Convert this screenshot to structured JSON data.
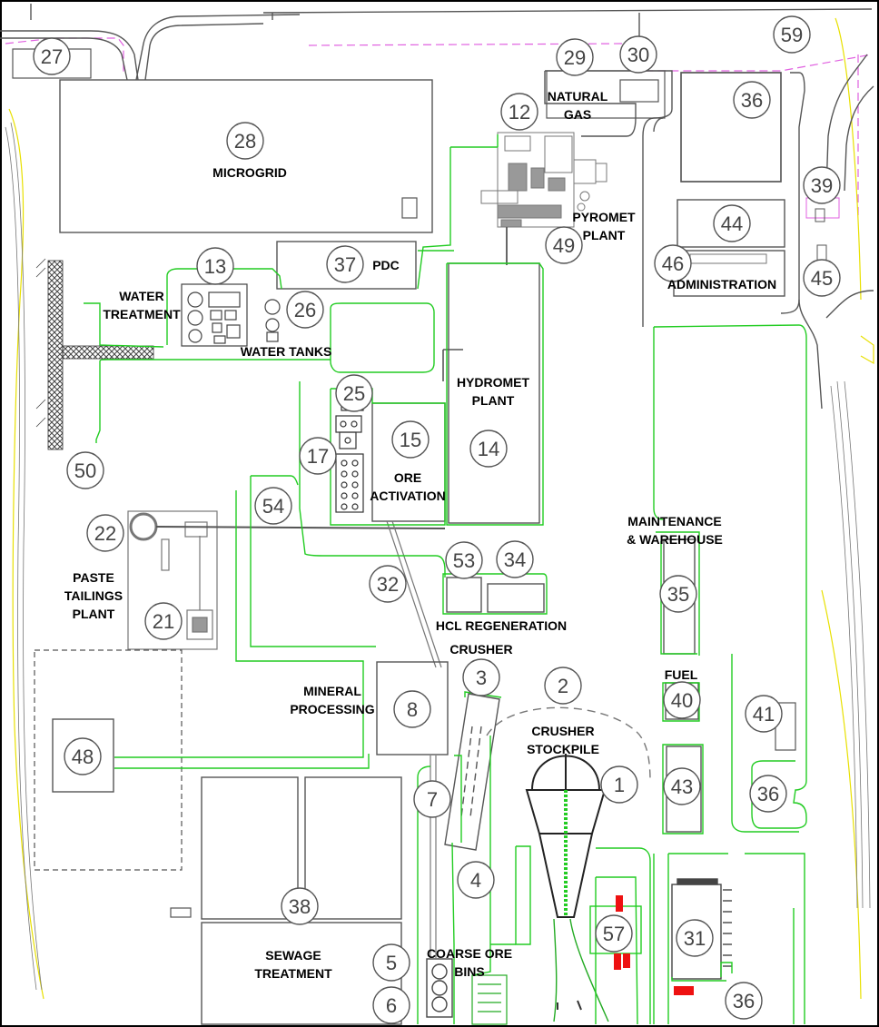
{
  "colors": {
    "road": "#555555",
    "green": "#22cc22",
    "equipment": "#888888",
    "boundary": "#e060e0",
    "hatch": "#444444",
    "yellow": "#e8e000",
    "red": "#ee1111"
  },
  "labels": {
    "microgrid": "MICROGRID",
    "natural_gas_1": "NATURAL",
    "natural_gas_2": "GAS",
    "pyromet_1": "PYROMET",
    "pyromet_2": "PLANT",
    "pdc": "PDC",
    "water_treatment_1": "WATER",
    "water_treatment_2": "TREATMENT",
    "water_tanks": "WATER TANKS",
    "administration": "ADMINISTRATION",
    "hydromet_1": "HYDROMET",
    "hydromet_2": "PLANT",
    "ore_activation_1": "ORE",
    "ore_activation_2": "ACTIVATION",
    "maintenance_1": "MAINTENANCE",
    "maintenance_2": "& WAREHOUSE",
    "paste_1": "PASTE",
    "paste_2": "TAILINGS",
    "paste_3": "PLANT",
    "hcl": "HCL REGENERATION",
    "crusher": "CRUSHER",
    "fuel": "FUEL",
    "mineral_1": "MINERAL",
    "mineral_2": "PROCESSING",
    "crusher_stockpile_1": "CRUSHER",
    "crusher_stockpile_2": "STOCKPILE",
    "sewage_1": "SEWAGE",
    "sewage_2": "TREATMENT",
    "coarse_1": "COARSE ORE",
    "coarse_2": "BINS"
  },
  "markers": [
    {
      "id": "m27",
      "label": "27"
    },
    {
      "id": "m28",
      "label": "28"
    },
    {
      "id": "m29",
      "label": "29"
    },
    {
      "id": "m30",
      "label": "30"
    },
    {
      "id": "m59",
      "label": "59"
    },
    {
      "id": "m12",
      "label": "12"
    },
    {
      "id": "m36a",
      "label": "36"
    },
    {
      "id": "m39",
      "label": "39"
    },
    {
      "id": "m44",
      "label": "44"
    },
    {
      "id": "m49",
      "label": "49"
    },
    {
      "id": "m46",
      "label": "46"
    },
    {
      "id": "m45",
      "label": "45"
    },
    {
      "id": "m13",
      "label": "13"
    },
    {
      "id": "m37",
      "label": "37"
    },
    {
      "id": "m26",
      "label": "26"
    },
    {
      "id": "m25",
      "label": "25"
    },
    {
      "id": "m15",
      "label": "15"
    },
    {
      "id": "m14",
      "label": "14"
    },
    {
      "id": "m17",
      "label": "17"
    },
    {
      "id": "m50",
      "label": "50"
    },
    {
      "id": "m54",
      "label": "54"
    },
    {
      "id": "m22",
      "label": "22"
    },
    {
      "id": "m53",
      "label": "53"
    },
    {
      "id": "m34",
      "label": "34"
    },
    {
      "id": "m35",
      "label": "35"
    },
    {
      "id": "m32",
      "label": "32"
    },
    {
      "id": "m21",
      "label": "21"
    },
    {
      "id": "m3",
      "label": "3"
    },
    {
      "id": "m2",
      "label": "2"
    },
    {
      "id": "m40",
      "label": "40"
    },
    {
      "id": "m41",
      "label": "41"
    },
    {
      "id": "m8",
      "label": "8"
    },
    {
      "id": "m48",
      "label": "48"
    },
    {
      "id": "m1",
      "label": "1"
    },
    {
      "id": "m43",
      "label": "43"
    },
    {
      "id": "m36b",
      "label": "36"
    },
    {
      "id": "m7",
      "label": "7"
    },
    {
      "id": "m4",
      "label": "4"
    },
    {
      "id": "m38",
      "label": "38"
    },
    {
      "id": "m57",
      "label": "57"
    },
    {
      "id": "m31",
      "label": "31"
    },
    {
      "id": "m5",
      "label": "5"
    },
    {
      "id": "m6",
      "label": "6"
    },
    {
      "id": "m36c",
      "label": "36"
    }
  ]
}
